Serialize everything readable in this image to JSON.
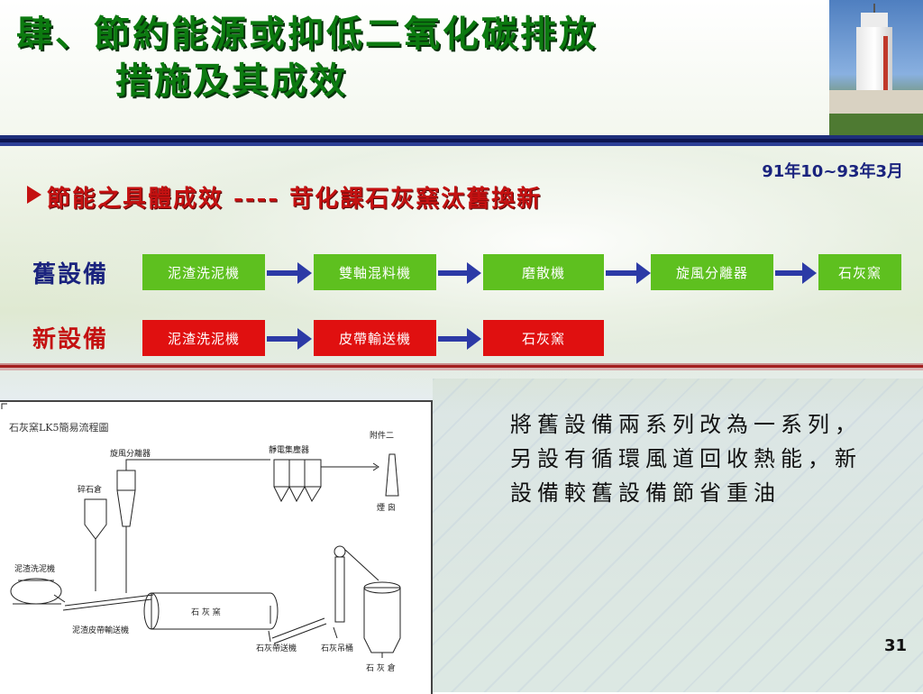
{
  "title": {
    "line1": "肆、節約能源或抑低二氧化碳排放",
    "line2": "措施及其成效"
  },
  "date": "91年10~93年3月",
  "subtitle": "節能之具體成效 ---- 苛化課石灰窯汰舊換新",
  "old_equipment": {
    "label": "舊設備",
    "steps": [
      "泥渣洗泥機",
      "雙軸混料機",
      "磨散機",
      "旋風分離器",
      "石灰窯"
    ]
  },
  "new_equipment": {
    "label": "新設備",
    "steps": [
      "泥渣洗泥機",
      "皮帶輸送機",
      "石灰窯"
    ]
  },
  "colors": {
    "title_green": "#0c7a10",
    "accent_red": "#c41111",
    "navy": "#1a237e",
    "box_green": "#5ec01f",
    "box_red": "#e01010"
  },
  "diagram": {
    "title": "石灰窯LK5簡易流程圖",
    "labels": {
      "cyclone": "旋風分離器",
      "esp": "靜電集塵器",
      "attachment": "附件二",
      "crushed_stone": "碎石倉",
      "chimney": "煙 囪",
      "mud_washer": "泥渣洗泥機",
      "kiln": "石 灰 窯",
      "mud_belt": "泥渣皮帶輸送機",
      "lime_belt": "石灰帶送機",
      "lime_bucket": "石灰吊桶",
      "lime_silo": "石 灰 倉"
    }
  },
  "note": "將舊設備兩系列改為一系列，另設有循環風道回收熱能，新設備較舊設備節省重油",
  "page_number": "31"
}
